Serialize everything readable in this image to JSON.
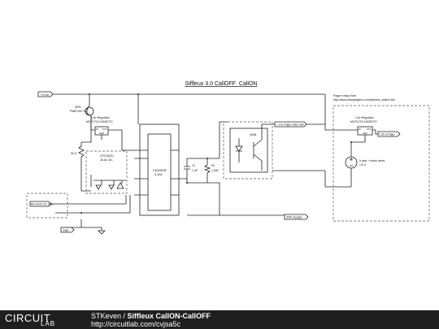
{
  "diagram": {
    "title": "Siffleux 3.0 CallOFF_CallON",
    "labels": {
      "vin": "+ 5 Cin",
      "npn": "NPN",
      "npn_part": "FMMT497TA",
      "reg1_a": "1.5v Regulator",
      "reg1_b": "MCP1702-1502E/TO",
      "reg1_in": "IN",
      "reg1_out": "OUT",
      "reg1_gnd": "GND",
      "resistor": "90 Ω",
      "relay_a": "CPC1002J",
      "relay_b": "2A AC DC",
      "ext_in": "RD 2A AC DC 360v",
      "gnd_left": "GND",
      "ic_a": "CD4057B",
      "ic_b": "3-18v",
      "cap": "C1",
      "cap_val": "1 uF",
      "res2": "R1",
      "res2_val": "1 MΩ",
      "opto": "4N35",
      "pager_wire": "+ 1.5v Pager motor wire",
      "gnd_pager": "GND of pager",
      "pager_note_a": "Pager relay from",
      "pager_note_b": "http://www.weedpagers.com/wireless_switch.htm",
      "reg2_a": "1.5v Regulator",
      "reg2_b": "MCP1702-1502E/TO",
      "reg2_in": "IN",
      "reg2_out": "OUT",
      "reg2_gnd": "GND",
      "pager_out": "1.5v to Pager",
      "src_a": "5 axis + motor wires",
      "src_b": "1.5 V"
    }
  },
  "footer": {
    "logo_main": "CIRCUIT",
    "logo_sub": "LAB",
    "author": "STKeven",
    "separator": " / ",
    "circuit_name": "Siffleux CallON-CallOFF",
    "url": "http://circuitlab.com/cvjsa5c"
  }
}
